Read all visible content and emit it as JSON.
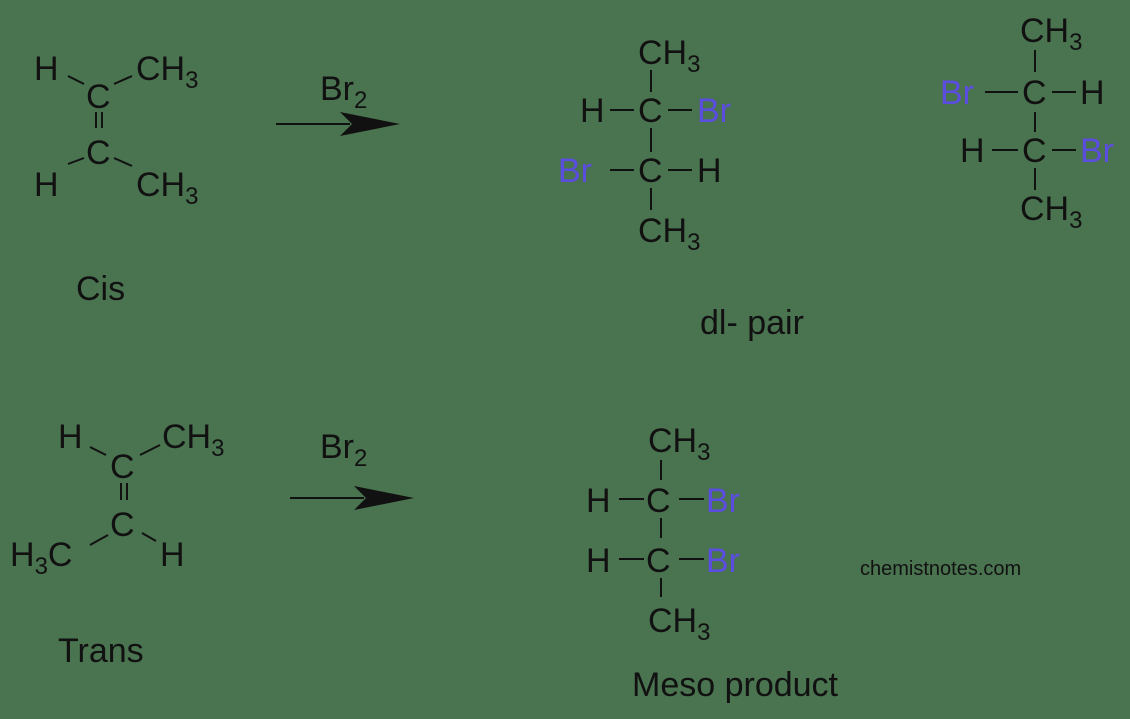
{
  "reactions": [
    {
      "reactant_label": "Cis",
      "reagent": "Br",
      "reagent_sub": "2",
      "reactant": {
        "top_left": "H",
        "top_right": "CH",
        "bottom_left": "H",
        "bottom_right": "CH",
        "sub": "3",
        "carbon": "C"
      },
      "product_label": "dl- pair",
      "product_a": {
        "top": "CH",
        "bottom": "CH",
        "sub": "3",
        "c": "C",
        "r1_left": "H",
        "r1_right": "Br",
        "r2_left": "Br",
        "r2_right": "H"
      },
      "product_b": {
        "top": "CH",
        "bottom": "CH",
        "sub": "3",
        "c": "C",
        "r1_left": "Br",
        "r1_right": "H",
        "r2_left": "H",
        "r2_right": "Br"
      }
    },
    {
      "reactant_label": "Trans",
      "reagent": "Br",
      "reagent_sub": "2",
      "reactant": {
        "top_left": "H",
        "top_right": "CH",
        "bottom_left_main": "H",
        "bottom_left_sub": "3",
        "bottom_left_tail": "C",
        "bottom_right": "H",
        "sub": "3",
        "carbon": "C"
      },
      "product_label": "Meso product",
      "product": {
        "top": "CH",
        "bottom": "CH",
        "sub": "3",
        "c": "C",
        "r1_left": "H",
        "r1_right": "Br",
        "r2_left": "H",
        "r2_right": "Br"
      }
    }
  ],
  "watermark": "chemistnotes.com",
  "colors": {
    "background": "#4a7350",
    "bromine": "#5b4de0",
    "ink": "#111111"
  }
}
